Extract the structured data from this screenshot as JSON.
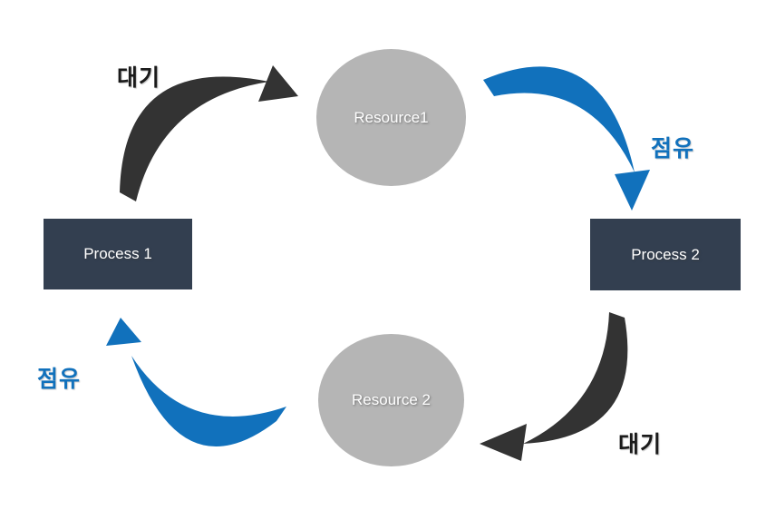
{
  "diagram": {
    "nodes": {
      "resource1": {
        "label": "Resource1"
      },
      "resource2": {
        "label": "Resource 2"
      },
      "process1": {
        "label": "Process 1"
      },
      "process2": {
        "label": "Process 2"
      }
    },
    "edges": {
      "wait_top": {
        "label": "대기"
      },
      "hold_right": {
        "label": "점유"
      },
      "wait_bottom": {
        "label": "대기"
      },
      "hold_left": {
        "label": "점유"
      }
    },
    "colors": {
      "process_box": "#333f50",
      "resource_ellipse": "#b5b5b5",
      "wait_arrow": "#333333",
      "hold_arrow": "#1171bc",
      "wait_label_text": "#1a1a1a",
      "hold_label_text": "#1171bc",
      "node_text": "#ffffff",
      "background": "#ffffff"
    }
  }
}
